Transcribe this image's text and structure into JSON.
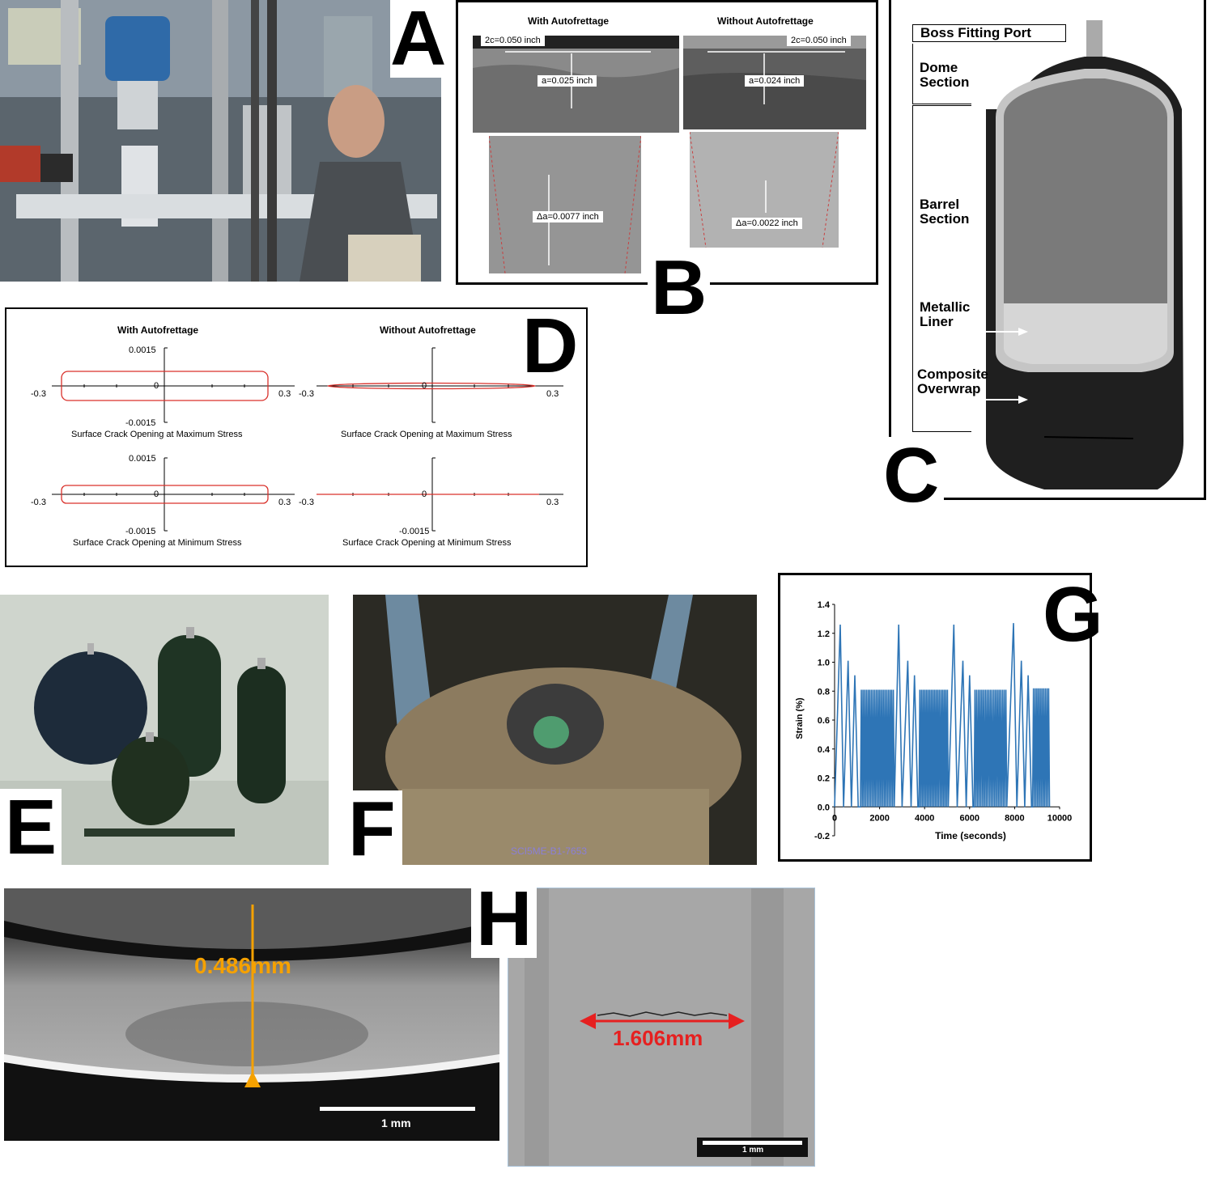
{
  "panels": {
    "A": {
      "letter": "A"
    },
    "B": {
      "letter": "B",
      "left_title": "With Autofrettage",
      "right_title": "Without Autofrettage",
      "left_2c": "2c=0.050 inch",
      "left_a": "a=0.025 inch",
      "left_da": "Δa=0.0077 inch",
      "right_2c": "2c=0.050 inch",
      "right_a": "a=0.024 inch",
      "right_da": "Δa=0.0022 inch"
    },
    "C": {
      "letter": "C",
      "boss": "Boss Fitting Port",
      "dome": [
        "Dome",
        "Section"
      ],
      "barrel": [
        "Barrel",
        "Section"
      ],
      "liner": [
        "Metallic",
        "Liner"
      ],
      "overwrap": [
        "Composite",
        "Overwrap"
      ]
    },
    "D": {
      "letter": "D",
      "left_title": "With Autofrettage",
      "right_title": "Without Autofrettage",
      "y_top": "0.0015",
      "y_bottom": "-0.0015",
      "x_left": "-0.3",
      "x_right": "0.3",
      "zero": "0",
      "caption_max": "Surface Crack Opening at Maximum Stress",
      "caption_min": "Surface Crack Opening at Minimum Stress"
    },
    "E": {
      "letter": "E"
    },
    "F": {
      "letter": "F",
      "watermark": "SCI5ME-B1-7653"
    },
    "G": {
      "letter": "G"
    },
    "H": {
      "letter": "H",
      "left_measure": "0.486mm",
      "left_scale": "1 mm",
      "right_measure": "1.606mm",
      "right_scale": "1 mm"
    }
  },
  "chart_data": {
    "type": "line",
    "title": "",
    "xlabel": "Time (seconds)",
    "ylabel": "Strain (%)",
    "xlim": [
      0,
      10000
    ],
    "ylim": [
      -0.2,
      1.4
    ],
    "xticks": [
      "0",
      "2000",
      "4000",
      "6000",
      "8000",
      "10000"
    ],
    "yticks": [
      "-0.2",
      "0.0",
      "0.2",
      "0.4",
      "0.6",
      "0.8",
      "1.0",
      "1.2",
      "1.4"
    ],
    "series_color": "#2e75b6",
    "blocks": [
      {
        "peaks": [
          [
            250,
            1.26
          ],
          [
            600,
            1.01
          ],
          [
            900,
            0.91
          ]
        ],
        "cycle_start": 1150,
        "cycle_end": 2650,
        "cycle_peak": 0.81,
        "cycle_count": 20
      },
      {
        "peaks": [
          [
            2850,
            1.26
          ],
          [
            3250,
            1.01
          ],
          [
            3550,
            0.91
          ]
        ],
        "cycle_start": 3750,
        "cycle_end": 5050,
        "cycle_peak": 0.81,
        "cycle_count": 18
      },
      {
        "peaks": [
          [
            5300,
            1.26
          ],
          [
            5700,
            1.01
          ],
          [
            6000,
            0.91
          ]
        ],
        "cycle_start": 6200,
        "cycle_end": 7650,
        "cycle_peak": 0.81,
        "cycle_count": 19
      },
      {
        "peaks": [
          [
            7950,
            1.27
          ],
          [
            8300,
            1.01
          ],
          [
            8600,
            0.91
          ]
        ],
        "cycle_start": 8800,
        "cycle_end": 9550,
        "cycle_peak": 0.82,
        "cycle_count": 10
      }
    ]
  }
}
